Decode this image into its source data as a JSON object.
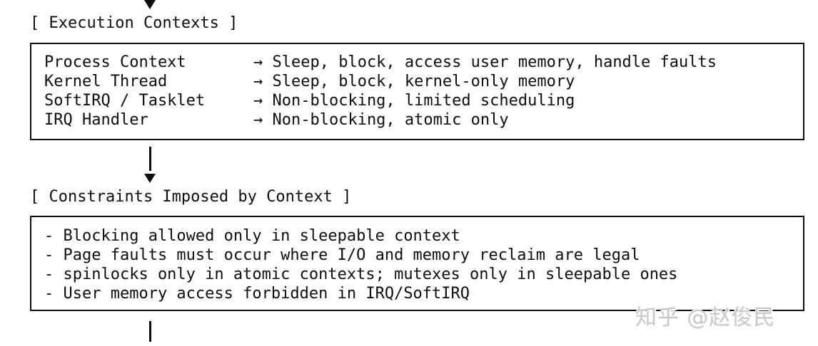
{
  "diagram": {
    "execution_contexts": {
      "title": "[ Execution Contexts ]",
      "rows": [
        {
          "name": "Process Context",
          "desc": "→ Sleep, block, access user memory, handle faults"
        },
        {
          "name": "Kernel Thread",
          "desc": "→ Sleep, block, kernel-only memory"
        },
        {
          "name": "SoftIRQ / Tasklet",
          "desc": "→ Non-blocking, limited scheduling"
        },
        {
          "name": "IRQ Handler",
          "desc": "→ Non-blocking, atomic only"
        }
      ]
    },
    "constraints": {
      "title": "[ Constraints Imposed by Context ]",
      "items": [
        "- Blocking allowed only in sleepable context",
        "- Page faults must occur where I/O and memory reclaim are legal",
        "- spinlocks only in atomic contexts; mutexes only in sleepable ones",
        "- User memory access forbidden in IRQ/SoftIRQ"
      ]
    },
    "icons": {
      "flow_arrow": "down-arrow",
      "connector": "vertical-line"
    },
    "watermark": "知乎 @赵俊民",
    "colors": {
      "text": "#0e0e0e",
      "border": "#0e0e0e",
      "background": "#ffffff",
      "watermark": "#c9c9c9"
    }
  }
}
